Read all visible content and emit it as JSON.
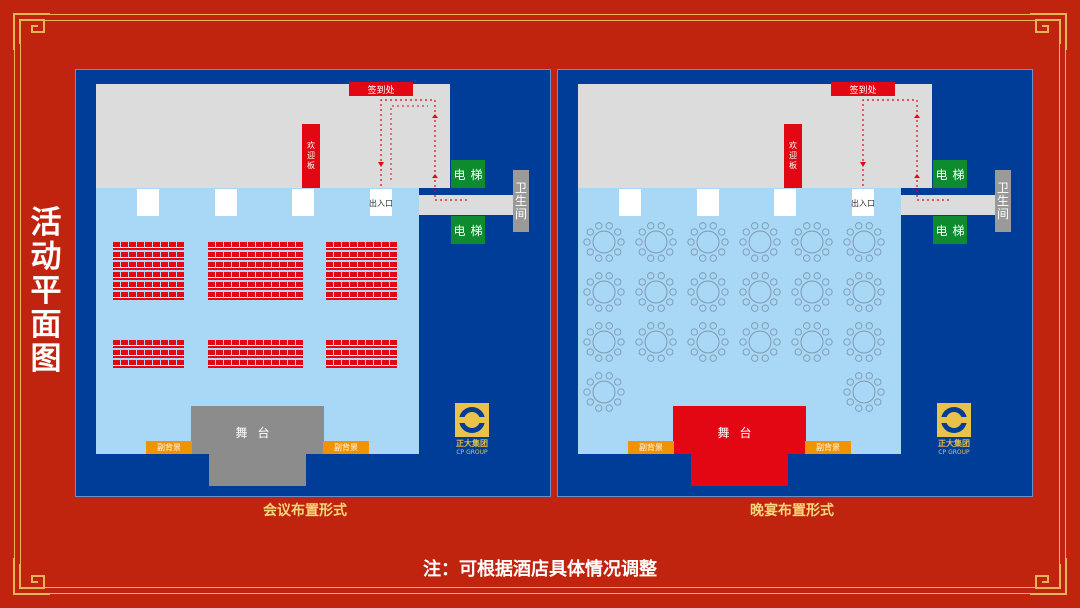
{
  "page": {
    "side_title": "活动平面图",
    "note": "注：可根据酒店具体情况调整"
  },
  "colors": {
    "background": "#c0240f",
    "panel": "#003d99",
    "hall": "#a9d8f6",
    "corridor": "#dcdcdc",
    "accent_red": "#e30613",
    "elevator": "#0e8a2f",
    "backdrop": "#f39200",
    "gold": "#e8b45a"
  },
  "layouts": [
    {
      "caption": "会议布置形式",
      "sign_in": "签到处",
      "welcome_board": "欢迎板",
      "entrance": "出入口",
      "elevator_label": [
        "电",
        "梯"
      ],
      "restroom": "卫生间",
      "stage": "舞台",
      "backdrop_label": "副背景",
      "logo": {
        "name": "正大集团",
        "sub": "CP GROUP",
        "icon": "cp-group-logo-icon"
      },
      "seating": "theater-seats"
    },
    {
      "caption": "晚宴布置形式",
      "sign_in": "签到处",
      "welcome_board": "欢迎板",
      "entrance": "出入口",
      "elevator_label": [
        "电",
        "梯"
      ],
      "restroom": "卫生间",
      "stage": "舞台",
      "backdrop_label": "副背景",
      "logo": {
        "name": "正大集团",
        "sub": "CP GROUP",
        "icon": "cp-group-logo-icon"
      },
      "seating": "round-tables"
    }
  ]
}
